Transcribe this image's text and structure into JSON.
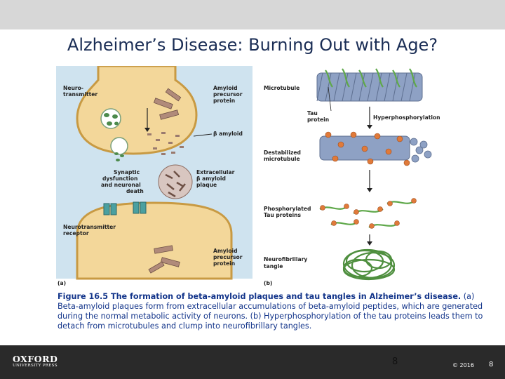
{
  "slide": {
    "title": "Alzheimer’s Disease: Burning Out with Age?",
    "page_number_center": "8",
    "copyright": "© 2016",
    "page_number_right": "8"
  },
  "logo": {
    "top": "OXFORD",
    "bottom": "UNIVERSITY PRESS"
  },
  "figure": {
    "panel_a": {
      "label": "(a)",
      "labels": {
        "neurotransmitter_1": "Neuro-",
        "neurotransmitter_2": "transmitter",
        "app_top_1": "Amyloid",
        "app_top_2": "precursor",
        "app_top_3": "protein",
        "beta_amyloid": "β amyloid",
        "synaptic_1": "Synaptic",
        "synaptic_2": "dysfunction",
        "synaptic_3": "and neuronal",
        "synaptic_4": "death",
        "plaque_1": "Extracellular",
        "plaque_2": "β amyloid",
        "plaque_3": "plaque",
        "receptor_1": "Neurotransmitter",
        "receptor_2": "receptor",
        "app_bottom_1": "Amyloid",
        "app_bottom_2": "precursor",
        "app_bottom_3": "protein"
      }
    },
    "panel_b": {
      "label": "(b)",
      "labels": {
        "microtubule": "Microtubule",
        "tau_1": "Tau",
        "tau_2": "protein",
        "hyperphosphorylation": "Hyperphosphorylation",
        "destabilized_1": "Destabilized",
        "destabilized_2": "microtubule",
        "phosphorylated_1": "Phosphorylated",
        "phosphorylated_2": "Tau proteins",
        "tangle_1": "Neurofibrillary",
        "tangle_2": "tangle"
      }
    }
  },
  "caption": {
    "bold": "Figure 16.5 The formation of beta-amyloid plaques and tau tangles in Alzheimer’s disease.",
    "body": " (a) Beta-amyloid plaques form from extracellular accumulations of beta-amyloid peptides, which are generated during the normal metabolic activity of neurons. (b) Hyperphosphorylation of the tau proteins leads them to detach from microtubules and clump into neurofibrillary tangles."
  },
  "colors": {
    "title": "#1a2d55",
    "caption": "#12348a",
    "panel_background": "#cfe3ef",
    "neuron_fill": "#f3d79a",
    "neuron_outline": "#c89a43",
    "microtubule": "#8ea1c4",
    "phosphate": "#e07a3a",
    "tau": "#5fa84a",
    "footer": "#2a2a2a"
  }
}
